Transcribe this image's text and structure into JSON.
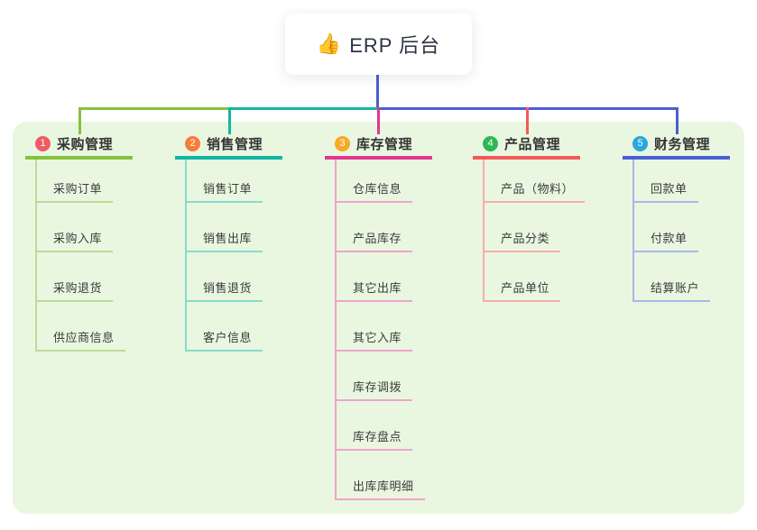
{
  "root": {
    "emoji": "👍",
    "label": "ERP 后台"
  },
  "connector": {
    "trunk_color": "#4a5fd2"
  },
  "panel_bg": "#e9f7e1",
  "branches": [
    {
      "badge": "1",
      "title": "采购管理",
      "badge_color": "#f05c66",
      "line_color": "#85c23d",
      "child_line_color": "#bcdc94",
      "children": [
        "采购订单",
        "采购入库",
        "采购退货",
        "供应商信息"
      ]
    },
    {
      "badge": "2",
      "title": "销售管理",
      "badge_color": "#f57d38",
      "line_color": "#12b5a5",
      "child_line_color": "#8cd9cd",
      "children": [
        "销售订单",
        "销售出库",
        "销售退货",
        "客户信息"
      ]
    },
    {
      "badge": "3",
      "title": "库存管理",
      "badge_color": "#f7a927",
      "line_color": "#e0388f",
      "child_line_color": "#f0a3cb",
      "children": [
        "仓库信息",
        "产品库存",
        "其它出库",
        "其它入库",
        "库存调拨",
        "库存盘点",
        "出库库明细"
      ]
    },
    {
      "badge": "4",
      "title": "产品管理",
      "badge_color": "#2fb755",
      "line_color": "#f25a5a",
      "child_line_color": "#f7adab",
      "children": [
        "产品（物料）",
        "产品分类",
        "产品单位"
      ]
    },
    {
      "badge": "5",
      "title": "财务管理",
      "badge_color": "#2ba7e0",
      "line_color": "#4a5fd2",
      "child_line_color": "#a9b7e8",
      "children": [
        "回款单",
        "付款单",
        "结算账户"
      ]
    }
  ]
}
